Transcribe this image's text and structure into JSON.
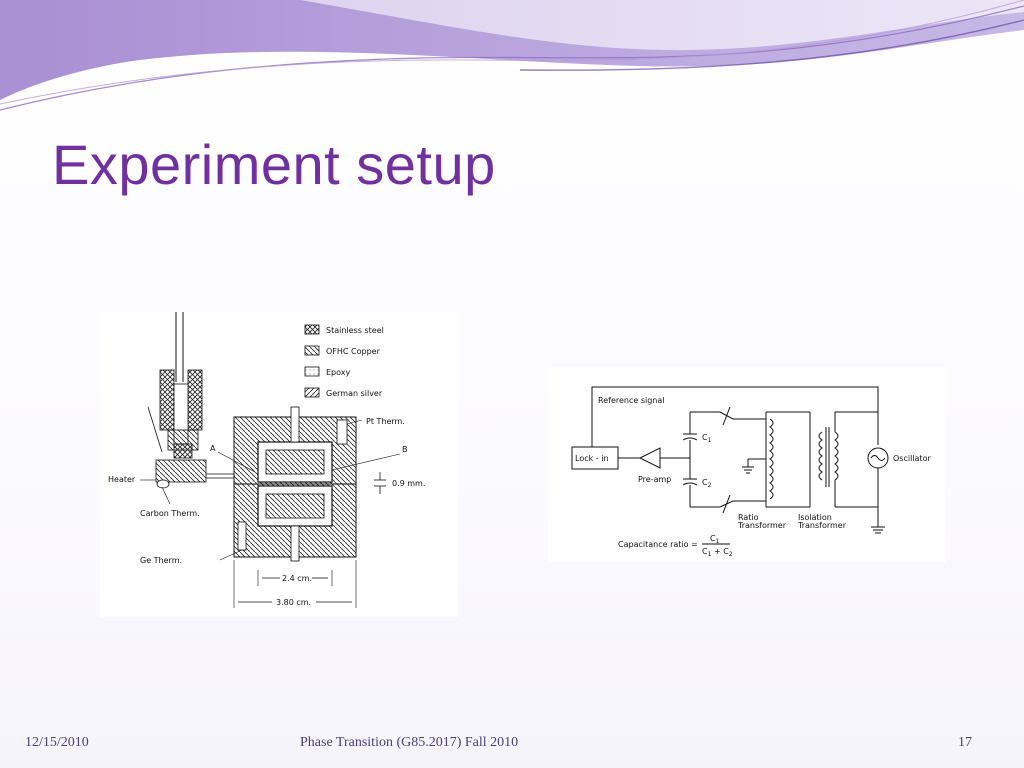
{
  "slide": {
    "title": "Experiment setup",
    "footer": {
      "date": "12/15/2010",
      "course": "Phase Transition (G85.2017) Fall 2010",
      "page": "17"
    }
  },
  "cell_diagram": {
    "legend": [
      "Stainless steel",
      "OFHC Copper",
      "Epoxy",
      "German silver"
    ],
    "labels": {
      "pt_therm": "Pt Therm.",
      "point_a": "A",
      "point_b": "B",
      "gap": "0.9 mm.",
      "heater": "Heater",
      "carbon_therm": "Carbon Therm.",
      "ge_therm": "Ge Therm.",
      "inner_width": "2.4 cm.",
      "outer_width": "3.80 cm."
    }
  },
  "circuit_diagram": {
    "labels": {
      "reference_signal": "Reference signal",
      "lock_in": "Lock - in",
      "pre_amp": "Pre-amp",
      "c1": "C",
      "c1_sub": "1",
      "c2": "C",
      "c2_sub": "2",
      "ratio_transformer_1": "Ratio",
      "ratio_transformer_2": "Transformer",
      "isolation_transformer_1": "Isolation",
      "isolation_transformer_2": "Transformer",
      "oscillator": "Oscillator",
      "capacitance_ratio": "Capacitance ratio =",
      "ratio_numerator": "C",
      "ratio_numerator_sub": "1",
      "ratio_denominator": "C",
      "ratio_denominator_sub1": "1",
      "ratio_denominator_plus": " + C",
      "ratio_denominator_sub2": "2"
    }
  },
  "colors": {
    "title": "#7030a0",
    "header_wave_dark": "#9b7cc6",
    "header_wave_light": "#d9cdec",
    "footer_text": "#4a3d7a"
  }
}
